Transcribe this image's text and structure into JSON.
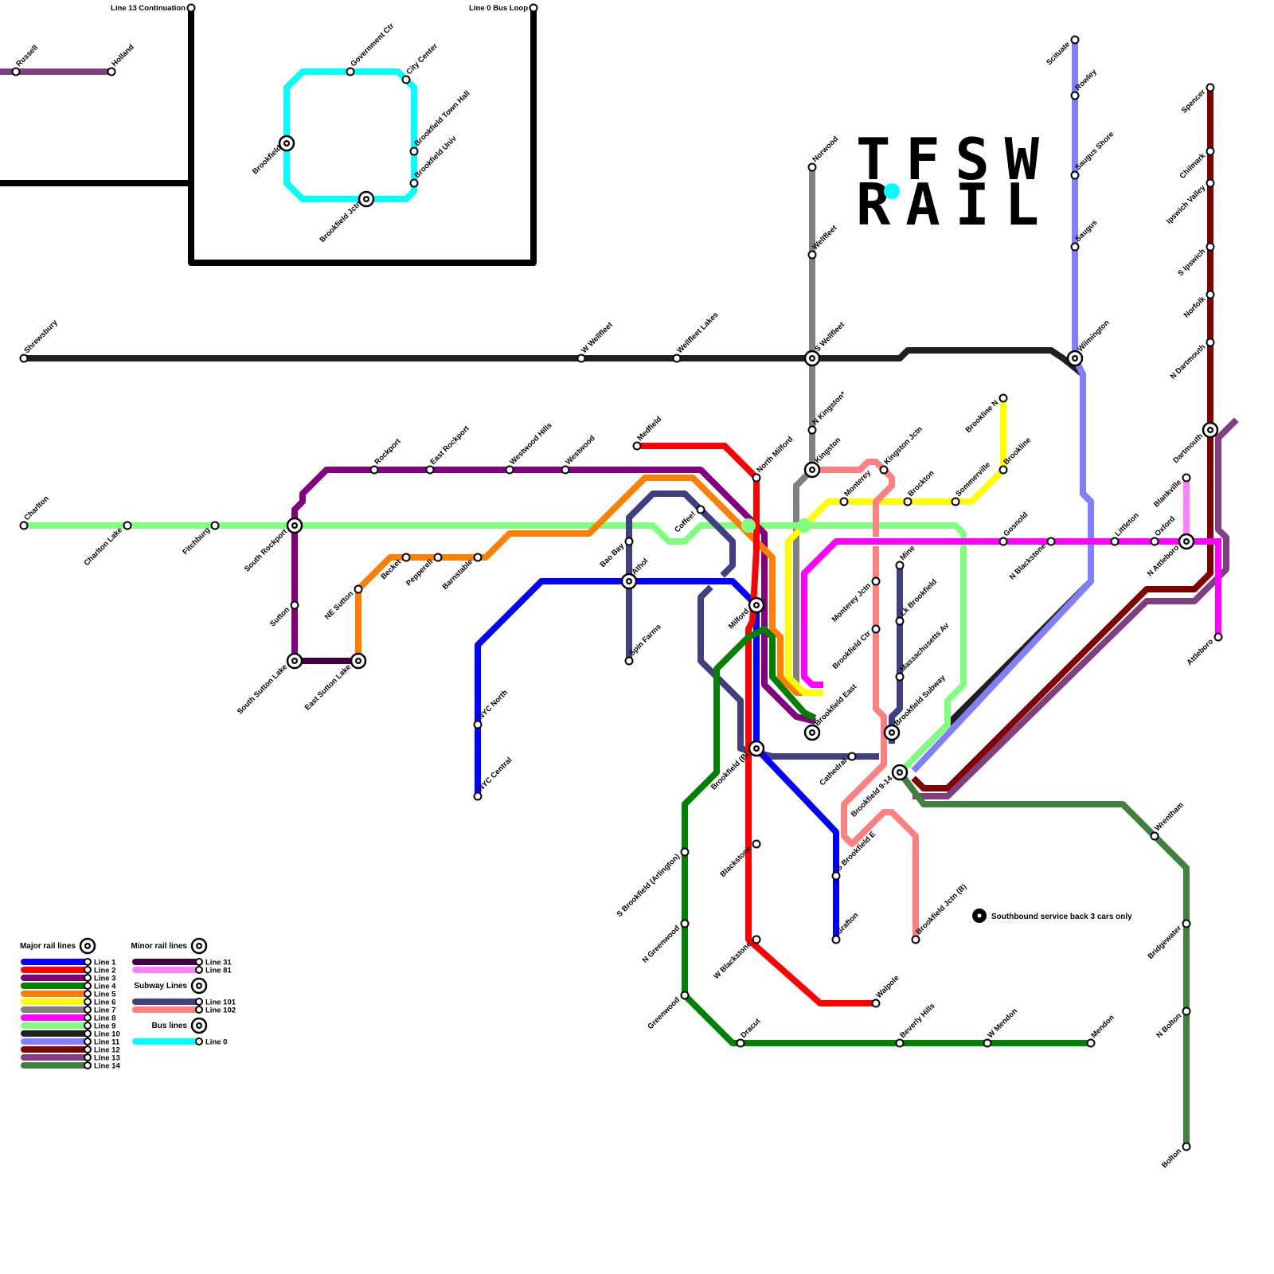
{
  "logo": {
    "line1": "TFSW",
    "line2": "RAIL"
  },
  "colors": {
    "line1": "#0000ff",
    "line2": "#ff0000",
    "line3": "#800080",
    "line4": "#008000",
    "line5": "#ff8000",
    "line6": "#ffff00",
    "line7": "#808080",
    "line8": "#ff00ff",
    "line9": "#80ff80",
    "line10": "#202020",
    "line11": "#8080ff",
    "line12": "#800000",
    "line13": "#804080",
    "line14": "#408040",
    "line31": "#400040",
    "line81": "#ff80ff",
    "line101": "#404080",
    "line102": "#ff8080",
    "line0": "#00ffff",
    "line13cont": "#000000"
  },
  "stations": {
    "russell": "Russell",
    "holland": "Holland",
    "line13_continuation": "Line 13 Continuation",
    "line0_bus_loop": "Line 0 Bus Loop",
    "government_ctr": "Government Ctr",
    "city_center": "City Center",
    "brookfield_town_hall": "Brookfield Town Hall",
    "brookfield_univ": "Brookfield Univ",
    "brookfield": "Brookfield",
    "brookfield_jctn": "Brookfield Jctn",
    "norwood": "Norwood",
    "wellfleet": "Wellfleet",
    "s_wellfleet": "S Wellfleet",
    "shrewsbury": "Shrewsbury",
    "w_wellfleet": "W Wellfleet",
    "wellfleet_lakes": "Wellfleet Lakes",
    "scituate": "Scituate",
    "rowley": "Rowley",
    "saugus_shore": "Saugus Shore",
    "saugus": "Saugus",
    "wilmington": "Wilmington",
    "spencer": "Spencer",
    "chilmark": "Chilmark",
    "ipswich_valley": "Ipswich Valley",
    "s_ipswich": "S Ipswich",
    "norfolk": "Norfolk",
    "n_dartmouth": "N Dartmouth",
    "dartmouth": "Dartmouth",
    "blankville": "Blankville",
    "oxford": "Oxford",
    "n_attleboro": "N Attleboro",
    "attleboro": "Attleboro",
    "littleton": "Littleton",
    "n_blackstone": "N Blackstone",
    "gosnold": "Gosnold",
    "brookline_n": "Brookline N",
    "brookline": "Brookline",
    "sommerville": "Sommerville",
    "brockton": "Brockton",
    "monterey": "Monterey",
    "kingston_jctn": "Kingston Jctn",
    "kingston": "Kingston",
    "n_kingston": "N Kingston*",
    "north_milford": "North Milford",
    "medfield": "Medfield",
    "coffee": "Coffee!",
    "charlton": "Charlton",
    "charlton_lake": "Charlton Lake",
    "fitchburg": "Fitchburg",
    "south_rockport": "South Rockport",
    "rockport": "Rockport",
    "east_rockport": "East Rockport",
    "westwood_hills": "Westwood Hills",
    "westwood": "Westwood",
    "sutton": "Sutton",
    "south_sutton_lake": "South Sutton Lake",
    "east_sutton_lake": "East Sutton Lake",
    "ne_sutton": "NE Sutton",
    "becket": "Becket",
    "pepperell": "Pepperell",
    "barnstable": "Barnstable",
    "bao_bay": "Bao Bay",
    "athol": "Athol",
    "spin_farms": "Spin Farms",
    "nyc_north": "NYC North",
    "nyc_central": "NYC Central",
    "milford": "Milford",
    "brookfield_b": "Brookfield (B)",
    "brookfield_east": "Brookfield East",
    "brookfield_subway": "Brookfield Subway",
    "cathedral": "Cathedral",
    "brookfield_9_14": "Brookfield 9-14",
    "mine": "Mine",
    "lk_brookfield": "Lk Brookfield",
    "massachusetts_av": "Massachusetts Av",
    "monterey_jctn": "Monterey Jctn",
    "brookfield_ctr": "Brookfield Ctr",
    "s_brookfield_e": "S Brookfield E",
    "grafton": "Grafton",
    "brookfield_jctn_b": "Brookfield Jctn (B)",
    "blackstone": "Blackstone",
    "w_blackstone": "W Blackstone",
    "walpole": "Walpole",
    "s_brookfield_arlington": "S Brookfield (Arlington)",
    "n_greenwood": "N Greenwood",
    "greenwood": "Greenwood",
    "dracut": "Dracut",
    "beverly_hills": "Beverly Hills",
    "w_mendon": "W Mendon",
    "mendon": "Mendon",
    "wrentham": "Wrentham",
    "bridgewater": "Bridgewater",
    "n_bolton": "N Bolton",
    "bolton": "Bolton"
  },
  "note": "Southbound service back 3 cars only",
  "legend": {
    "major_title": "Major rail lines",
    "minor_title": "Minor rail lines",
    "subway_title": "Subway Lines",
    "bus_title": "Bus lines",
    "major": [
      "Line 1",
      "Line 2",
      "Line 3",
      "Line 4",
      "Line 5",
      "Line 6",
      "Line 7",
      "Line 8",
      "Line 9",
      "Line 10",
      "Line 11",
      "Line 12",
      "Line 13",
      "Line 14"
    ],
    "minor": [
      "Line 31",
      "Line 81"
    ],
    "subway": [
      "Line 101",
      "Line 102"
    ],
    "bus": [
      "Line 0"
    ]
  }
}
